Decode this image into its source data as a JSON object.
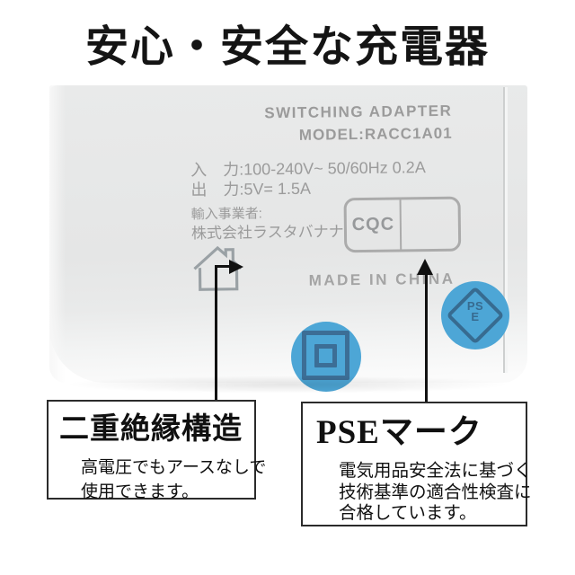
{
  "page": {
    "title": "安心・安全な充電器",
    "background_color": "#ffffff"
  },
  "device": {
    "product_line": "SWITCHING ADAPTER",
    "model_line": "MODEL:RACC1A01",
    "input_line": "入　力:100-240V~ 50/60Hz 0.2A",
    "output_line": "出　力:5V= 1.5A",
    "importer_label": "輸入事業者:",
    "importer_name": "株式会社ラスタバナナ",
    "made_in": "MADE IN CHINA",
    "cqc_mark": "CQC",
    "pse_mark_top": "PS",
    "pse_mark_bottom": "E",
    "highlight_color": "#4da6d6",
    "symbol_color": "#3c6e96",
    "label_text_color": "#9b9b9b"
  },
  "icons": {
    "house": "indoor-use-only-icon",
    "double_square": "class-ii-double-insulation-icon",
    "pse_diamond": "pse-certification-icon"
  },
  "callouts": {
    "left": {
      "title": "二重絶縁構造",
      "body": [
        "高電圧でもアースなしで",
        "使用できます。"
      ]
    },
    "right": {
      "title": "PSEマーク",
      "body": [
        "電気用品安全法に基づく",
        "技術基準の適合性検査に",
        "合格しています。"
      ]
    }
  }
}
